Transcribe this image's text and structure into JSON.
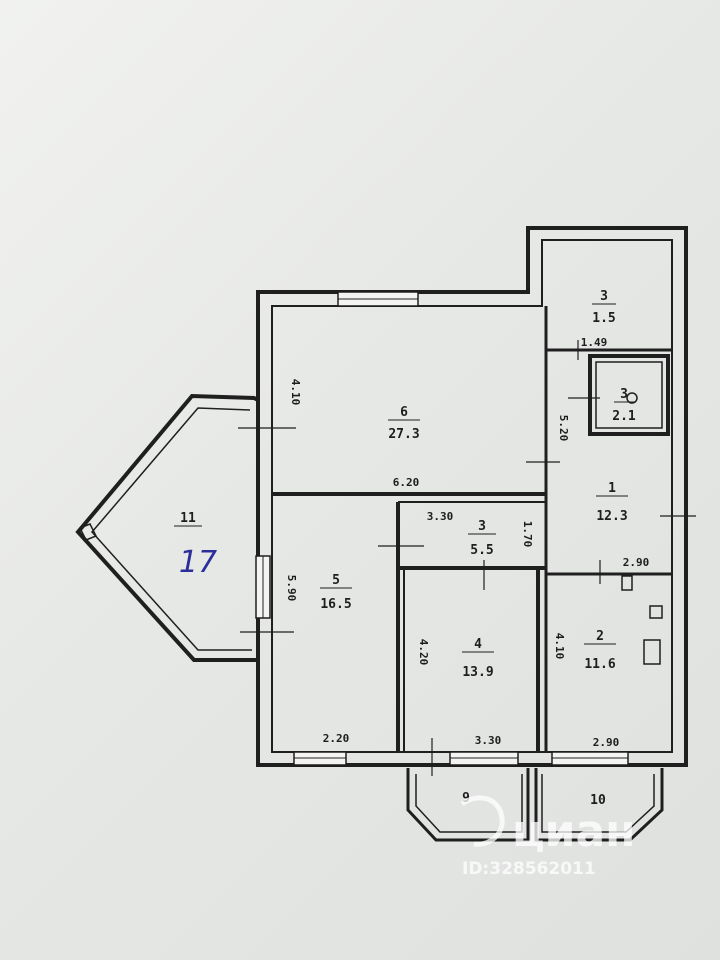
{
  "plan": {
    "rooms": [
      {
        "id": "room-6",
        "number": "6",
        "area": "27.3"
      },
      {
        "id": "room-3-top",
        "number": "3",
        "area": "1.5"
      },
      {
        "id": "room-3-wc",
        "number": "3",
        "area": "2.1"
      },
      {
        "id": "room-1",
        "number": "1",
        "area": "12.3"
      },
      {
        "id": "room-5",
        "number": "5",
        "area": "16.5"
      },
      {
        "id": "room-3-small",
        "number": "3",
        "area": "5.5"
      },
      {
        "id": "room-4",
        "number": "4",
        "area": "13.9"
      },
      {
        "id": "room-2",
        "number": "2",
        "area": "11.6"
      },
      {
        "id": "room-11",
        "number": "11",
        "area": ""
      },
      {
        "id": "room-9",
        "number": "9",
        "area": ""
      },
      {
        "id": "room-10",
        "number": "10",
        "area": ""
      }
    ],
    "dimensions": {
      "d_6_20_mid": "6.20",
      "d_4_10_left": "4.10",
      "d_5_20": "5.20",
      "d_1_49": "1.49",
      "d_3_30_upper": "3.30",
      "d_1_70": "1.70",
      "d_2_90_right": "2.90",
      "d_5_90": "5.90",
      "d_4_20": "4.20",
      "d_4_10_right": "4.10",
      "d_2_20": "2.20",
      "d_3_30_lower": "3.30",
      "d_2_90_bottom": "2.90"
    },
    "handwritten_note": "17"
  },
  "watermark": {
    "brand": "циан",
    "id_text": "ID:328562011"
  }
}
